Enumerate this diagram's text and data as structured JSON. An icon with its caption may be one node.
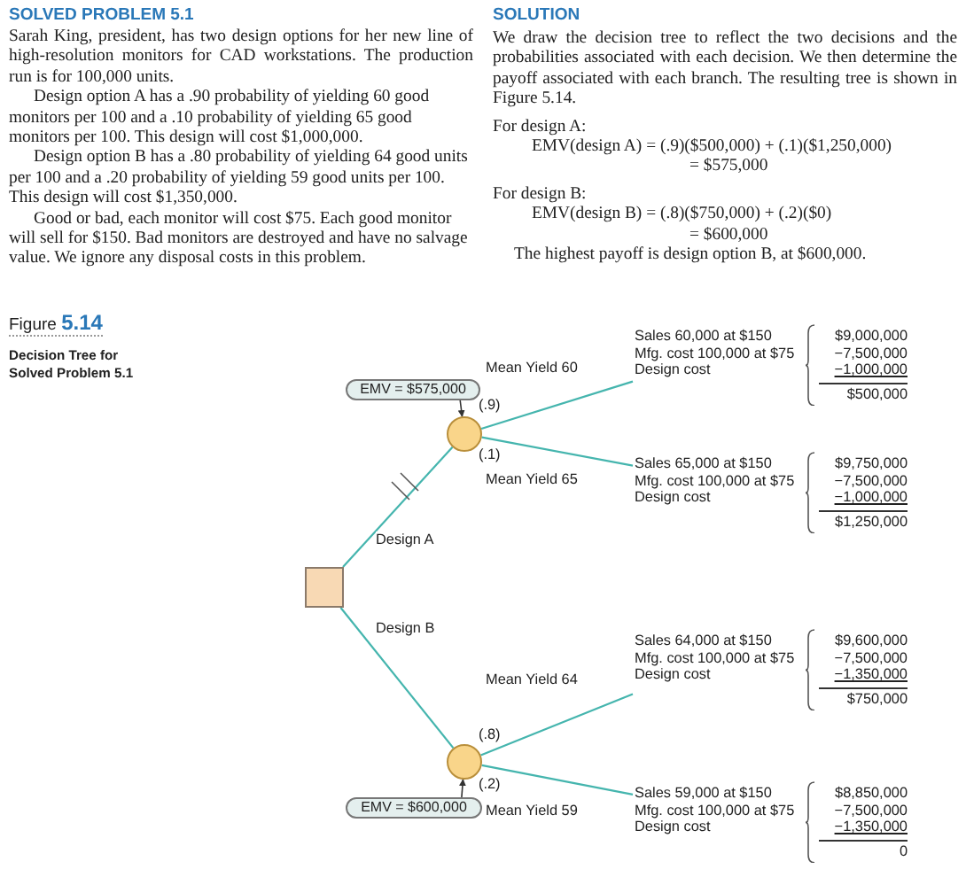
{
  "diagram": {
    "title": "SOLVED PROBLEM 5.1",
    "nodes": [
      {
        "text": [],
        "shape": "box"
      },
      {
        "text": [],
        "shape": "circle"
      },
      {
        "text": [],
        "shape": "circle"
      },
      {
        "text": [
          "Sales 60,000 at $150",
          "Mfg. cost 100,000 at $75",
          "Design cost"
        ],
        "beside": [
          "$9,000,000",
          "−7,500,000",
          "−1,000,000",
          "$500,000"
        ]
      },
      {
        "text": [
          "Sales 65,000 at $150",
          "Mfg. cost 100,000 at $75",
          "Design cost"
        ],
        "beside": [
          "$9,750,000",
          "−7,500,000",
          "−1,000,000",
          "$1,250,000"
        ]
      },
      {
        "text": [
          "Sales 64,000 at $150",
          "Mfg. cost 100,000 at $75",
          "Design cost"
        ],
        "beside": [
          "$9,600,000",
          "−7,500,000",
          "−1,350,000",
          "$750,000"
        ]
      },
      {
        "text": [
          "Sales 59,000 at $150",
          "Mfg. cost 100,000 at $75",
          "Design cost"
        ],
        "beside": [
          "$8,850,000",
          "−7,500,000",
          "−1,350,000",
          "0"
        ]
      },
      {
        "text": [
          "EMV = $575,000"
        ]
      },
      {
        "text": [
          "EMV = $600,000"
        ]
      }
    ],
    "edges": [
      {
        "from": 0,
        "to": 1,
        "arrow": "none",
        "label": "Design A"
      },
      {
        "from": 0,
        "to": 2,
        "arrow": "none",
        "label": "Design B"
      },
      {
        "from": 1,
        "to": 3,
        "arrow": "none",
        "label": "Mean Yield 60"
      },
      {
        "from": 1,
        "to": 4,
        "arrow": "none",
        "label": "Mean Yield 65"
      },
      {
        "from": 2,
        "to": 5,
        "arrow": "none",
        "label": "Mean Yield 64"
      },
      {
        "from": 2,
        "to": 6,
        "arrow": "none",
        "label": "Mean Yield 59"
      },
      {
        "from": 7,
        "to": 1,
        "arrow": "to",
        "color": "#333333"
      },
      {
        "from": 8,
        "to": 2,
        "arrow": "to",
        "color": "#333333"
      }
    ],
    "labels": [
      "Sarah King, president, has two design options for her new line of high-resolution monitors for CAD workstations. The production run is for 100,000 units.",
      "Design option A has a .90 probability of yielding 60 good monitors per 100 and a .10 probability of yielding 65 good monitors per 100. This design will cost $1,000,000.",
      "Design option B has a .80 probability of yielding 64 good units per 100 and a .20 probability of yielding 59 good units per 100. This design will cost $1,350,000.",
      "Good or bad, each monitor will cost $75. Each good monitor will sell for $150. Bad monitors are destroyed and have no salvage value. We ignore any disposal costs in this problem.",
      "SOLUTION",
      "We draw the decision tree to reflect the two decisions and the probabilities associated with each decision. We then determine the payoff associated with each branch. The resulting tree is shown in Figure 5.14.",
      "For design A:",
      "EMV(design A) = (.9)($500,000) + (.1)($1,250,000)",
      "= $575,000",
      "For design B:",
      "EMV(design B) = (.8)($750,000) + (.2)($0)",
      "= $600,000",
      "The highest payoff is design option B, at $600,000.",
      "Figure **5.14**",
      "Decision Tree for Solved Problem 5.1",
      "(.9)",
      "(.1)",
      "(.8)",
      "(.2)"
    ]
  }
}
